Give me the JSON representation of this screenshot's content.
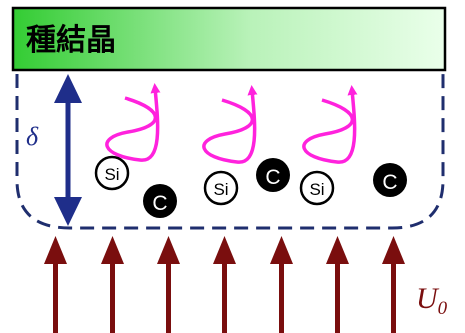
{
  "seed_crystal": {
    "label": "種結晶"
  },
  "boundary_layer": {
    "symbol": "δ"
  },
  "flow": {
    "label": "U",
    "subscript": "0"
  },
  "atoms": [
    {
      "symbol": "Si",
      "kind": "silicon"
    },
    {
      "symbol": "C",
      "kind": "carbon"
    },
    {
      "symbol": "Si",
      "kind": "silicon"
    },
    {
      "symbol": "C",
      "kind": "carbon"
    },
    {
      "symbol": "Si",
      "kind": "silicon"
    },
    {
      "symbol": "C",
      "kind": "carbon"
    }
  ],
  "colors": {
    "seed_fill_dark": "#33cc33",
    "seed_fill_light": "#eaffea",
    "boundary": "#1f2e6e",
    "arrow_delta": "#1f2e8a",
    "flow_arrows": "#7a0e0e",
    "swirl": "#ff22dd",
    "carbon": "#000000",
    "silicon": "#ffffff"
  }
}
